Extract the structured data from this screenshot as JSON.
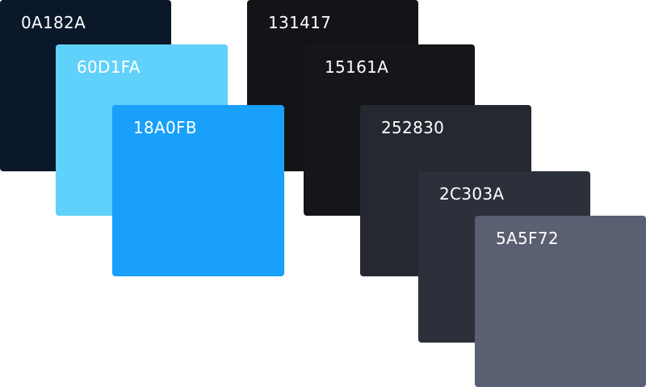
{
  "swatches": {
    "navy": {
      "label": "0A182A",
      "color": "#0A182A"
    },
    "sky": {
      "label": "60D1FA",
      "color": "#60D1FA"
    },
    "blue": {
      "label": "18A0FB",
      "color": "#18A0FB"
    },
    "black": {
      "label": "131417",
      "color": "#131417"
    },
    "ink": {
      "label": "15161A",
      "color": "#15161A"
    },
    "charcoal": {
      "label": "252830",
      "color": "#252830"
    },
    "slate": {
      "label": "2C303A",
      "color": "#2C303A"
    },
    "steel": {
      "label": "5A5F72",
      "color": "#5A5F72"
    }
  }
}
